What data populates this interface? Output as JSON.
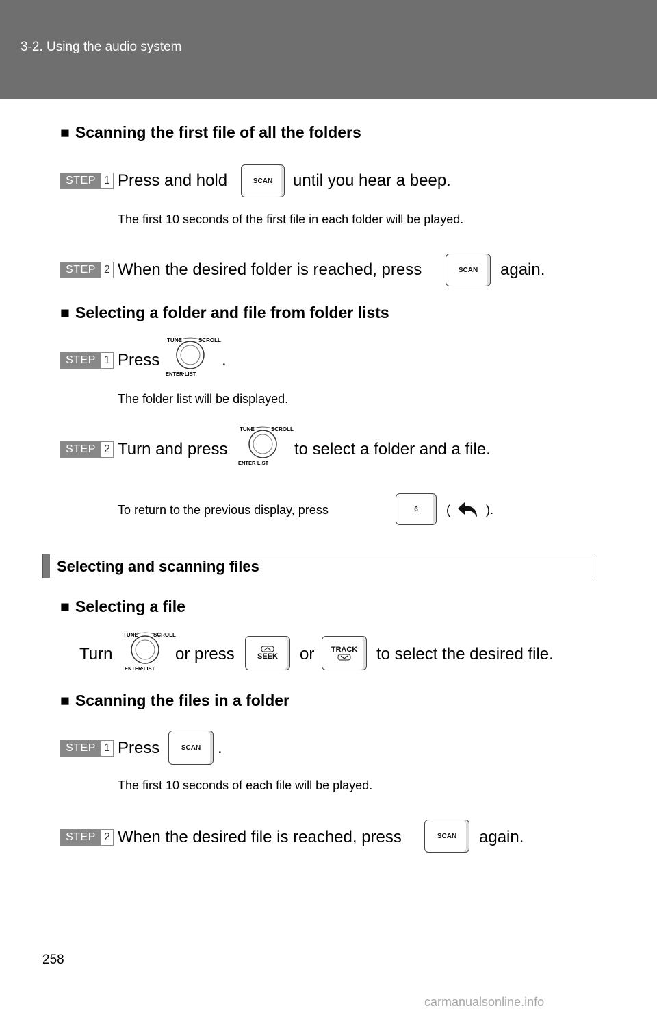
{
  "header": {
    "title": "3-2. Using the audio system"
  },
  "section1": {
    "heading": "Scanning the first file of all the folders",
    "step1": {
      "label": "STEP",
      "num": "1",
      "before": "Press and hold",
      "after": "until you hear a beep."
    },
    "note1": "The first 10 seconds of the first file in each folder will be played.",
    "step2": {
      "label": "STEP",
      "num": "2",
      "before": "When the desired folder is reached, press",
      "after": "again."
    }
  },
  "section2": {
    "heading": "Selecting a folder and file from folder lists",
    "step1": {
      "label": "STEP",
      "num": "1",
      "before": "Press",
      "after": "."
    },
    "note1": "The folder list will be displayed.",
    "step2": {
      "label": "STEP",
      "num": "2",
      "before": "Turn and press",
      "after": "to select a folder and a file."
    },
    "note2": {
      "before": "To return to the previous display, press",
      "paren_open": "(",
      "paren_close": ")."
    }
  },
  "section_bar": {
    "title": "Selecting and scanning files"
  },
  "section3": {
    "heading": "Selecting a file",
    "text": {
      "turn": "Turn",
      "or_press": "or press",
      "or": "or",
      "after": "to select the desired file."
    }
  },
  "section4": {
    "heading": "Scanning the files in a folder",
    "step1": {
      "label": "STEP",
      "num": "1",
      "before": "Press",
      "after": "."
    },
    "note1": "The first 10 seconds of each file will be played.",
    "step2": {
      "label": "STEP",
      "num": "2",
      "before": "When the desired file is reached, press",
      "after": "again."
    }
  },
  "buttons": {
    "scan": "SCAN",
    "six": "6",
    "seek": "SEEK",
    "track": "TRACK",
    "knob_tune": "TUNE",
    "knob_scroll": "SCROLL",
    "knob_enter": "ENTER·LIST"
  },
  "bullet": "■",
  "footer": {
    "page_number": "258",
    "watermark": "carmanualsonline.info"
  },
  "colors": {
    "header_bg": "#6f6f6f",
    "step_bg": "#888888"
  }
}
